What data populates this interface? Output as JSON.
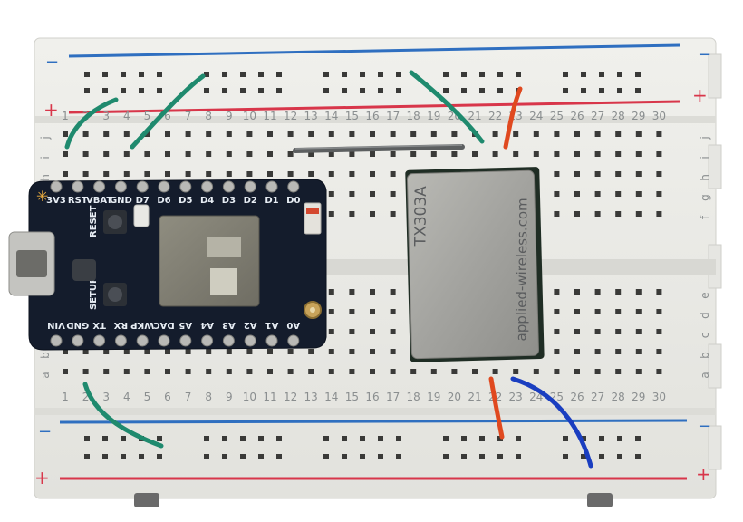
{
  "breadboard": {
    "rail_minus": "−",
    "rail_plus": "+",
    "columns": [
      "1",
      "2",
      "3",
      "4",
      "5",
      "6",
      "7",
      "8",
      "9",
      "10",
      "11",
      "12",
      "13",
      "14",
      "15",
      "16",
      "17",
      "18",
      "19",
      "20",
      "21",
      "22",
      "23",
      "24",
      "25",
      "26",
      "27",
      "28",
      "29",
      "30"
    ],
    "rows_top": [
      "j",
      "i",
      "h",
      "g",
      "f"
    ],
    "rows_bottom": [
      "e",
      "d",
      "c",
      "b",
      "a"
    ],
    "body_color": "#ebebe7",
    "red_line_color": "#d8364a",
    "blue_line_color": "#2f6fc0"
  },
  "microcontroller": {
    "top_pins": [
      "3V3",
      "RST",
      "VBAT",
      "GND",
      "D7",
      "D6",
      "D5",
      "D4",
      "D3",
      "D2",
      "D1",
      "D0"
    ],
    "bottom_pins": [
      "VIN",
      "GND",
      "TX",
      "RX",
      "WKP",
      "DAC",
      "A5",
      "A4",
      "A3",
      "A2",
      "A1",
      "A0"
    ],
    "reset_label": "RESET",
    "setup_label": "SETUP",
    "board_color": "#141c2c"
  },
  "radio_module": {
    "model": "TX303A",
    "url": "applied-wireless.com"
  },
  "wire_colors": {
    "green": "#1f8a6e",
    "orange": "#e0491f",
    "blue": "#1a3ec0",
    "gray": "#5c5f60"
  }
}
